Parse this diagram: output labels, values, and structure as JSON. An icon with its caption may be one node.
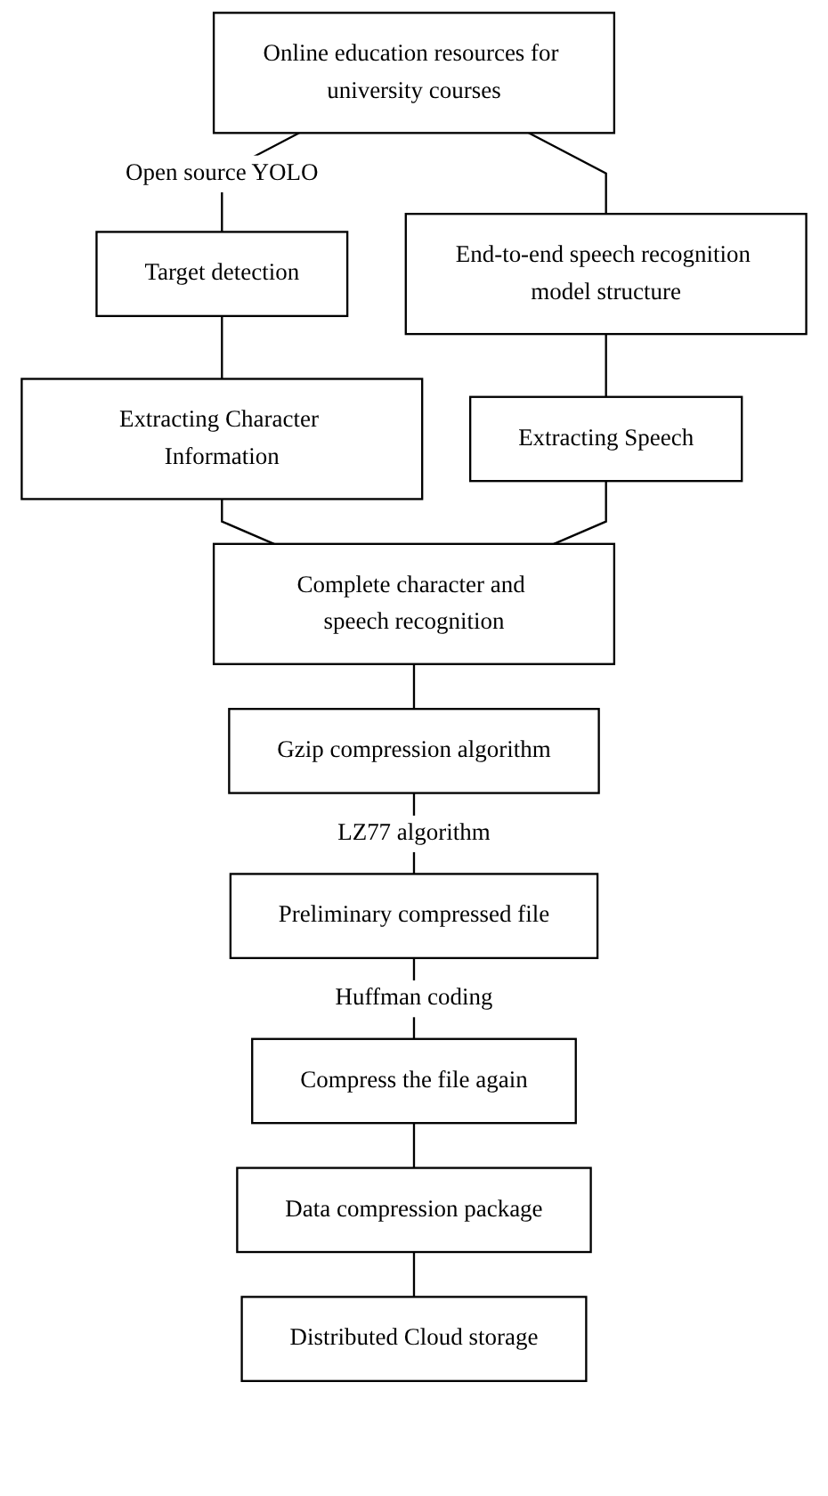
{
  "diagram": {
    "nodes": [
      {
        "text": [
          "Online education resources for university courses"
        ]
      },
      {
        "text": [
          "Target detection"
        ]
      },
      {
        "text": [
          "End-to-end speech recognition model structure"
        ]
      },
      {
        "text": [
          "Extracting Character Information"
        ]
      },
      {
        "text": [
          "Extracting Speech"
        ]
      },
      {
        "text": [
          "Complete character and speech recognition"
        ]
      },
      {
        "text": [
          "Gzip compression algorithm"
        ]
      },
      {
        "text": [
          "Preliminary compressed file"
        ]
      },
      {
        "text": [
          "Compress the file again"
        ]
      },
      {
        "text": [
          "Data compression package"
        ]
      },
      {
        "text": [
          "Distributed Cloud storage"
        ]
      }
    ],
    "edges": [
      {
        "from": 0,
        "to": 1,
        "arrow": "none",
        "label": "Open source YOLO"
      },
      {
        "from": 0,
        "to": 2,
        "arrow": "none"
      },
      {
        "from": 1,
        "to": 3,
        "arrow": "none"
      },
      {
        "from": 2,
        "to": 4,
        "arrow": "none"
      },
      {
        "from": 3,
        "to": 5,
        "arrow": "none"
      },
      {
        "from": 4,
        "to": 5,
        "arrow": "none"
      },
      {
        "from": 5,
        "to": 6,
        "arrow": "none"
      },
      {
        "from": 6,
        "to": 7,
        "arrow": "none",
        "label": "LZ77 algorithm"
      },
      {
        "from": 7,
        "to": 8,
        "arrow": "none",
        "label": "Huffman coding"
      },
      {
        "from": 8,
        "to": 9,
        "arrow": "none"
      },
      {
        "from": 9,
        "to": 10,
        "arrow": "none"
      }
    ]
  }
}
